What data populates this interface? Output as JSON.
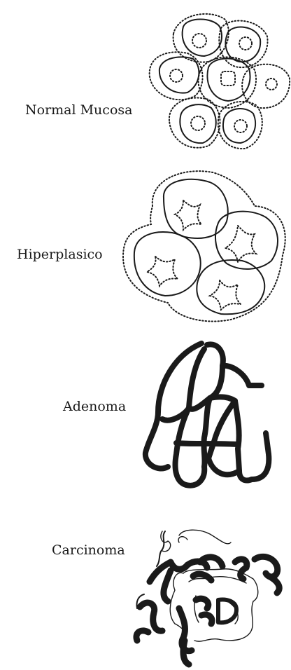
{
  "figure": {
    "stages": [
      {
        "label": "Normal Mucosa",
        "illustration_icon": "normal-mucosa-crypts-illustration"
      },
      {
        "label": "Hiperplasico",
        "illustration_icon": "hyperplastic-crypts-illustration"
      },
      {
        "label": "Adenoma",
        "illustration_icon": "adenoma-crypts-illustration"
      },
      {
        "label": "Carcinoma",
        "illustration_icon": "carcinoma-crypts-illustration"
      }
    ],
    "colors": {
      "ink": "#1a1a1a",
      "background": "#ffffff"
    }
  }
}
